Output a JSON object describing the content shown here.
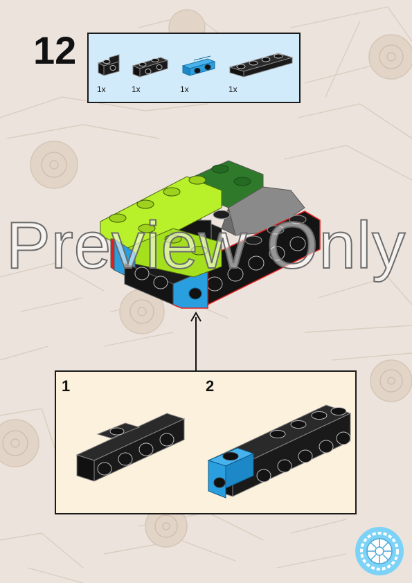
{
  "step": {
    "number": "12"
  },
  "parts": [
    {
      "qty": "1x",
      "name": "bracket-1x1-black"
    },
    {
      "qty": "1x",
      "name": "bracket-1x2-black"
    },
    {
      "qty": "1x",
      "name": "bracket-1x2-blue"
    },
    {
      "qty": "1x",
      "name": "plate-1x4-black"
    }
  ],
  "sub_steps": [
    {
      "number": "1"
    },
    {
      "number": "2"
    }
  ],
  "watermark": "Preview Only",
  "colors": {
    "background": "#ece3dc",
    "parts_box": "#d2ebfa",
    "sub_box": "#fcf1dc",
    "lime": "#b8f02a",
    "blue": "#2a9fe0",
    "black": "#141414",
    "green": "#2f7a2a",
    "gray": "#7f7f7f",
    "highlight": "#e02020"
  },
  "icons": {
    "corner_badge": "tire-wheel-icon",
    "background": "car-blueprint-icon"
  }
}
